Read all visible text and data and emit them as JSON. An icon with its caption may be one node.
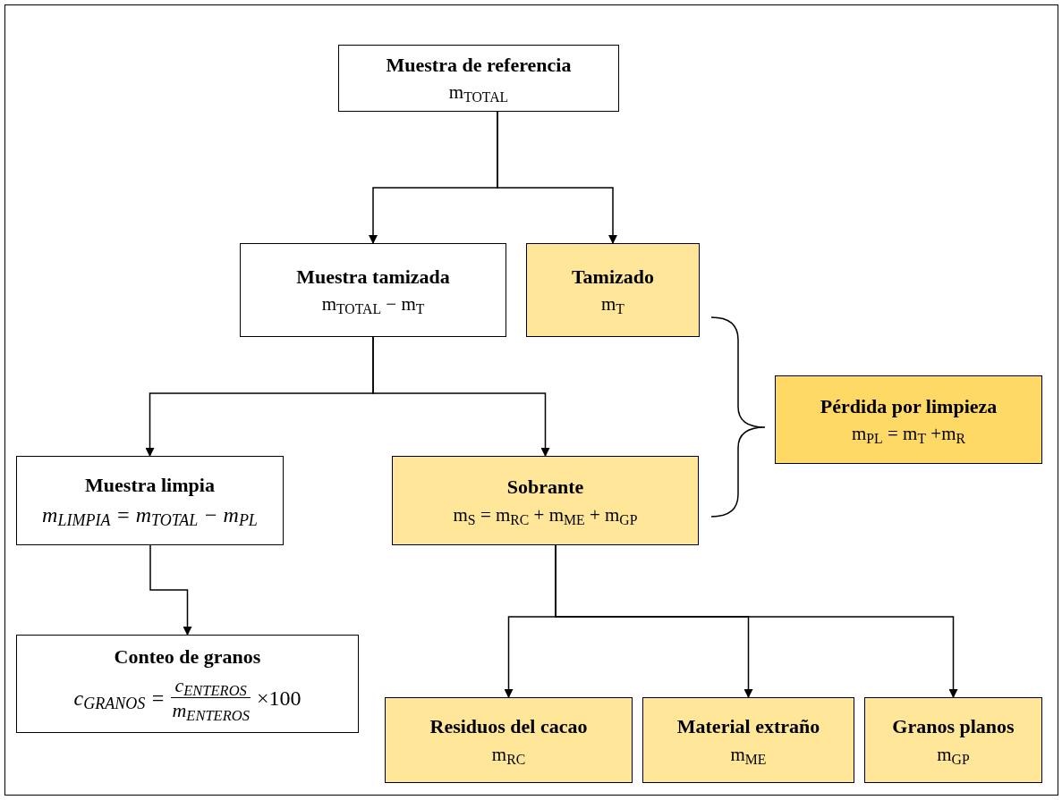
{
  "diagram": {
    "nodes": [
      {
        "text": [
          "Muestra de referencia",
          "m$_{TOTAL}$"
        ]
      },
      {
        "text": [
          "Muestra tamizada",
          "m$_{TOTAL}$ − m$_{T}$"
        ]
      },
      {
        "text": [
          "Tamizado",
          "m$_{T}$"
        ]
      },
      {
        "text": [
          "Pérdida por limpieza",
          "m$_{PL}$ = m$_{T}$ +m$_{R}$"
        ]
      },
      {
        "text": [
          "Muestra limpia",
          "m$_{LIMPIA}$ = m$_{TOTAL}$ − m$_{PL}$"
        ]
      },
      {
        "text": [
          "Sobrante",
          "m$_{S}$ = m$_{RC}$ + m$_{ME}$ + m$_{GP}$"
        ]
      },
      {
        "text": [
          "Conteo de granos",
          "c$_{GRANOS}$ =",
          "c$_{ENTEROS}$",
          "m$_{ENTEROS}$",
          "×100"
        ]
      },
      {
        "text": [
          "Residuos del cacao",
          "m$_{RC}$"
        ]
      },
      {
        "text": [
          "Material extraño",
          "m$_{ME}$"
        ]
      },
      {
        "text": [
          "Granos planos",
          "m$_{GP}$"
        ]
      }
    ],
    "edges": [
      {
        "from": 0,
        "to": 1,
        "arrow": "to"
      },
      {
        "from": 0,
        "to": 2,
        "arrow": "to"
      },
      {
        "from": 1,
        "to": 4,
        "arrow": "to"
      },
      {
        "from": 1,
        "to": 5,
        "arrow": "to"
      },
      {
        "from": 4,
        "to": 6,
        "arrow": "to"
      },
      {
        "from": 5,
        "to": 7,
        "arrow": "to"
      },
      {
        "from": 5,
        "to": 8,
        "arrow": "to"
      },
      {
        "from": 5,
        "to": 9,
        "arrow": "to"
      }
    ]
  }
}
